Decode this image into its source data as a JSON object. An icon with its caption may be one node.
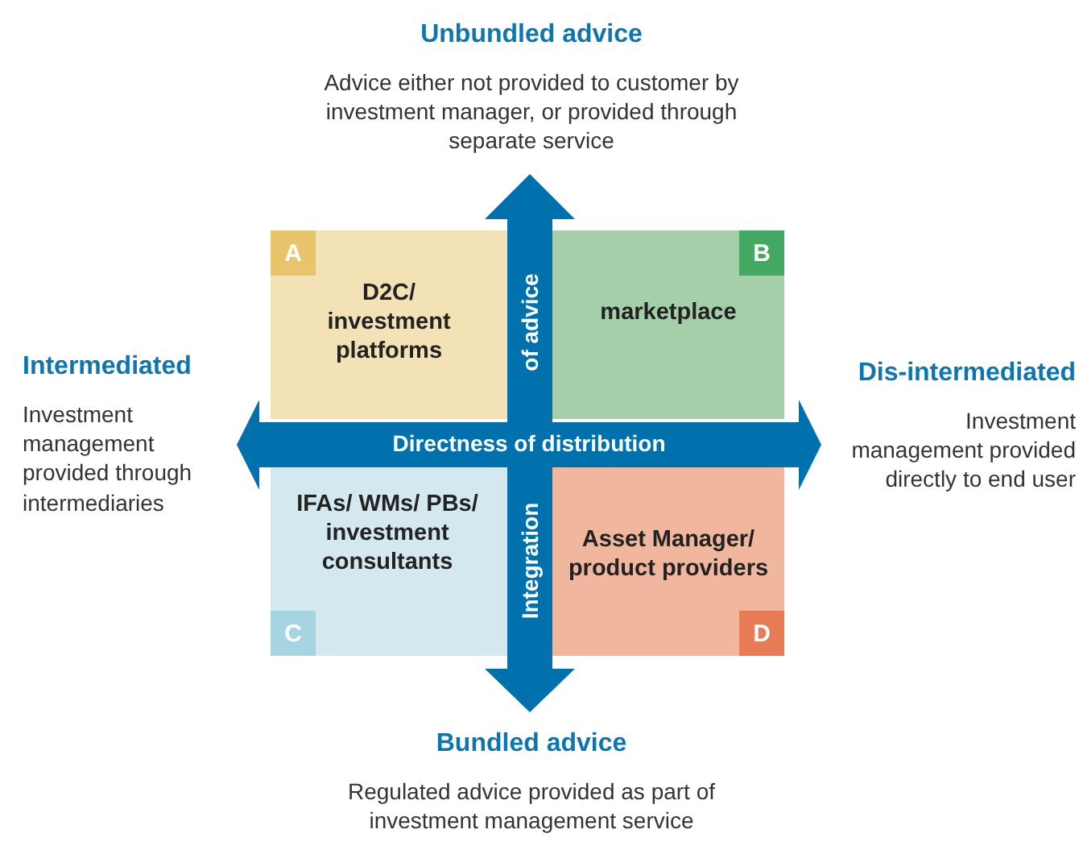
{
  "diagram": {
    "nodes": [
      {
        "text": [
          "A",
          "D2C/ investment platforms"
        ]
      },
      {
        "text": [
          "B",
          "marketplace"
        ]
      },
      {
        "text": [
          "IFAs/ WMs/ PBs/ investment consultants",
          "C"
        ]
      },
      {
        "text": [
          "Asset Manager/ product providers",
          "D"
        ]
      }
    ],
    "labels": [
      "Unbundled advice",
      "Advice either not provided to customer by investment manager, or provided through separate service",
      "Intermediated",
      "Investment management provided through intermediaries",
      "Dis-intermediated",
      "Investment management provided directly to end user",
      "of advice",
      "Directness of distribution",
      "Integration",
      "Bundled advice",
      "Regulated advice provided as part of investment management service"
    ]
  }
}
